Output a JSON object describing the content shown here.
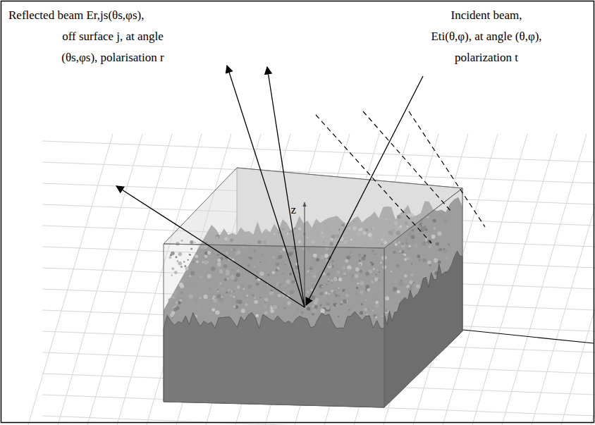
{
  "diagram": {
    "labels": [
      "Reflected beam Er,js(θs,φs),",
      "off surface j, at angle",
      "(θs,φs), polarisation r",
      "Incident beam,",
      "Eti(θ,φ), at angle (θ,φ),",
      "polarization t",
      "z"
    ]
  }
}
